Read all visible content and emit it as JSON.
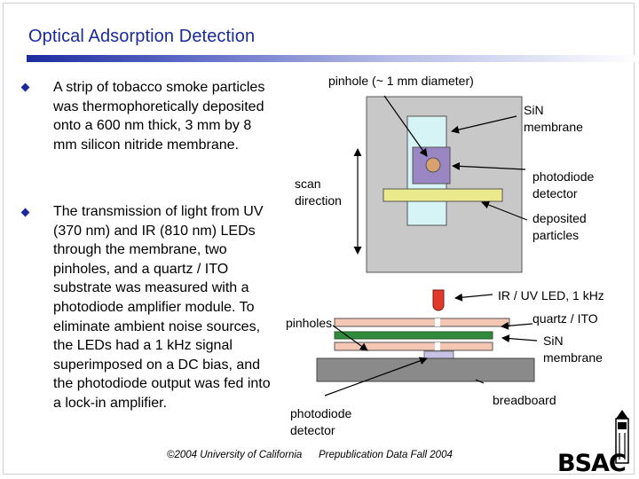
{
  "title": "Optical Adsorption Detection",
  "bullets": [
    "A strip of tobacco smoke particles was thermophoretically deposited onto a 600 nm thick, 3 mm by 8 mm silicon nitride membrane.",
    "The transmission of light from UV (370 nm) and IR (810 nm) LEDs through the membrane, two pinholes, and a quartz / ITO substrate was measured with a photodiode amplifier module. To eliminate ambient noise sources, the LEDs had a 1 kHz signal superimposed on a DC bias, and the photodiode output was fed into a lock-in amplifier."
  ],
  "diagram_top": {
    "pinhole": "pinhole (~ 1 mm diameter)",
    "sin_membrane": "SiN\nmembrane",
    "scan_direction": "scan\ndirection",
    "photodiode_detector": "photodiode\ndetector",
    "deposited_particles": "deposited\nparticles"
  },
  "diagram_bottom": {
    "led": "IR / UV LED, 1 kHz",
    "quartz": "quartz / ITO",
    "pinholes": "pinholes",
    "sin_membrane": "SiN\nmembrane",
    "breadboard": "breadboard",
    "photodiode_detector": "photodiode\ndetector"
  },
  "footer": {
    "copyright": "©2004 University of California",
    "note": "Prepublication Data Fall 2004"
  },
  "logo": "BSAC",
  "colors": {
    "title": "#1a2a9a",
    "gray_panel": "#c8c8c8",
    "cyan_window": "#d6f4f6",
    "purple_square": "#9b86c4",
    "orange_dot": "#d9a070",
    "yellow_strip": "#eaea8c",
    "led_red": "#e23a2a",
    "quartz": "#f4c7b4",
    "membrane_green": "#2f8a3a",
    "lavender": "#c9c0e6",
    "breadboard": "#8a8a8a"
  }
}
